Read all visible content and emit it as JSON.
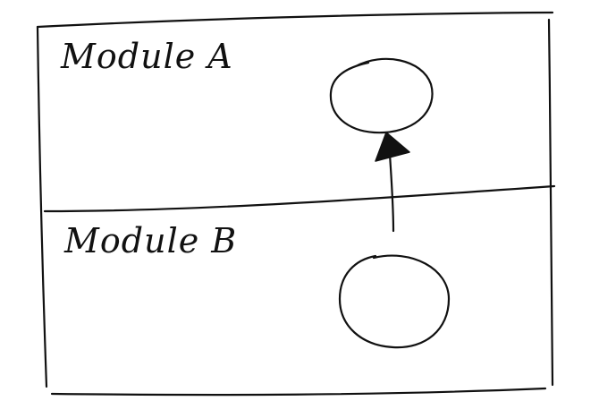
{
  "modules": [
    {
      "label": "Module A"
    },
    {
      "label": "Module B"
    }
  ],
  "colors": {
    "ink": "#111111",
    "background": "#ffffff"
  },
  "edges": [
    {
      "from": "Module B node",
      "to": "Module A node",
      "style": "arrow"
    }
  ]
}
